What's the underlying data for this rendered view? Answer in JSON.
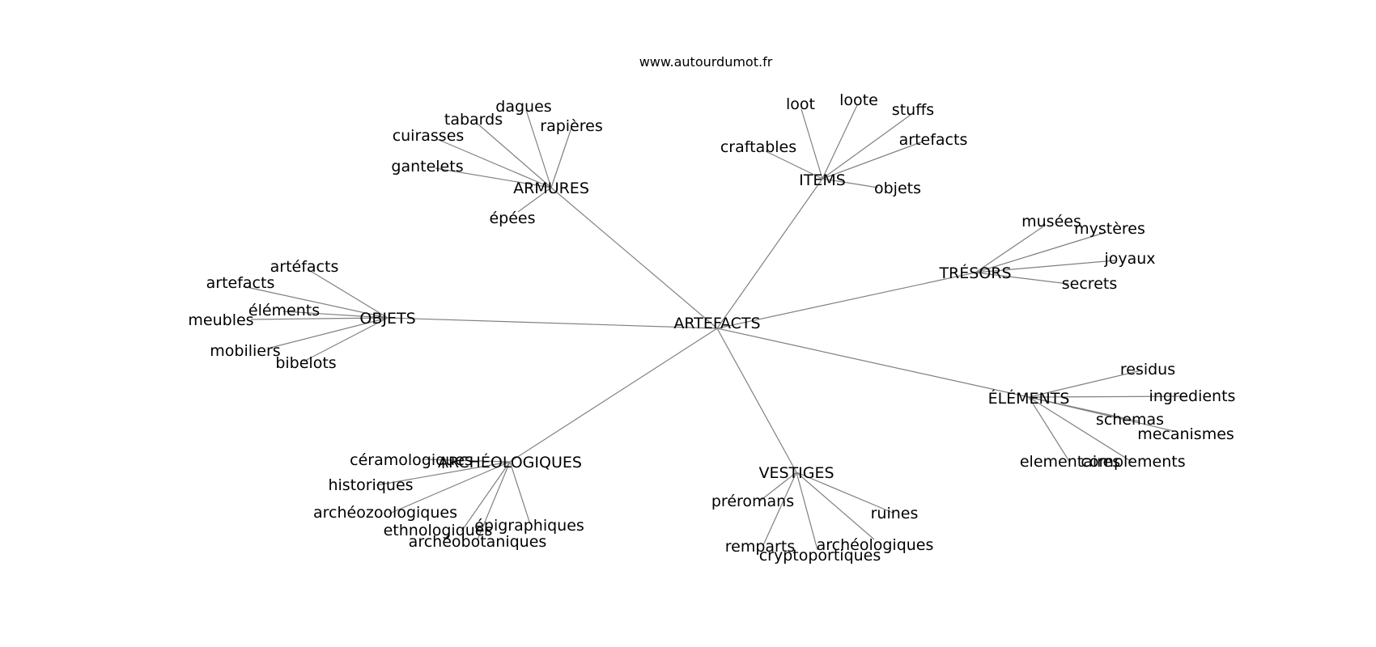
{
  "site": "www.autourdumot.fr",
  "root": "ARTEFACTS",
  "groups": [
    {
      "label": "ARMURES",
      "children": [
        "dagues",
        "tabards",
        "cuirasses",
        "rapières",
        "gantelets",
        "épées"
      ]
    },
    {
      "label": "ITEMS",
      "children": [
        "loot",
        "loote",
        "stuffs",
        "craftables",
        "artefacts",
        "objets"
      ]
    },
    {
      "label": "TRÉSORS",
      "children": [
        "musées",
        "mystères",
        "joyaux",
        "secrets"
      ]
    },
    {
      "label": "OBJETS",
      "children": [
        "artéfacts",
        "artefacts",
        "éléments",
        "meubles",
        "mobiliers",
        "bibelots"
      ]
    },
    {
      "label": "ÉLÉMENTS",
      "children": [
        "residus",
        "ingredients",
        "schemas",
        "mecanismes",
        "elementaires",
        "complements"
      ]
    },
    {
      "label": "ARCHÉOLOGIQUES",
      "children": [
        "céramologiques",
        "historiques",
        "archéozoologiques",
        "ethnologiques",
        "épigraphiques",
        "archéobotaniques"
      ]
    },
    {
      "label": "VESTIGES",
      "children": [
        "préromans",
        "ruines",
        "remparts",
        "archéologiques",
        "cryptoportiques"
      ]
    }
  ]
}
